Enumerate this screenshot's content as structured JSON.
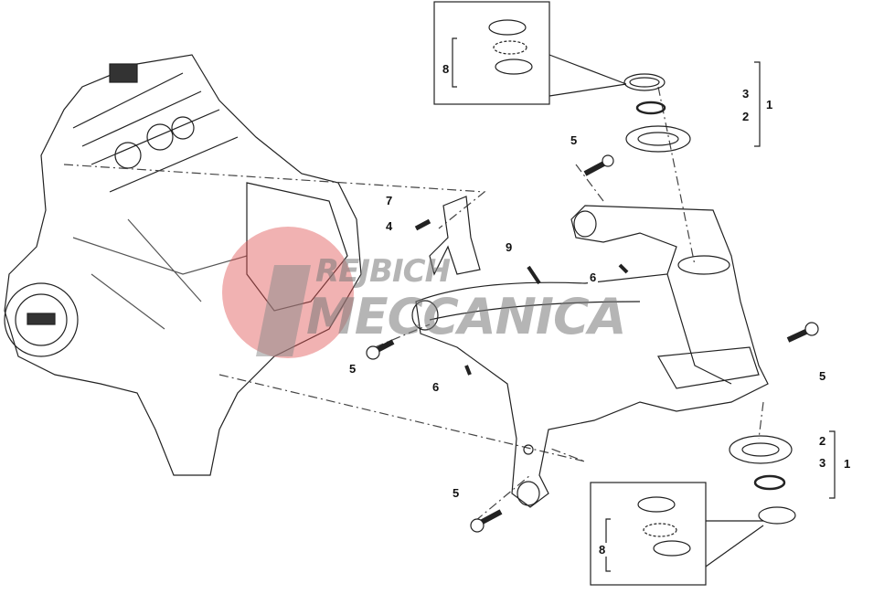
{
  "title": "Frame and steering head bearings exploded parts diagram",
  "watermark": {
    "line1": "REJBICH",
    "line2": "MECCANICA",
    "logo_color": "#e05555"
  },
  "callouts": [
    "8",
    "3",
    "2",
    "1",
    "5",
    "7",
    "4",
    "9",
    "6",
    "5",
    "6",
    "5",
    "2",
    "3",
    "1",
    "5",
    "8"
  ]
}
